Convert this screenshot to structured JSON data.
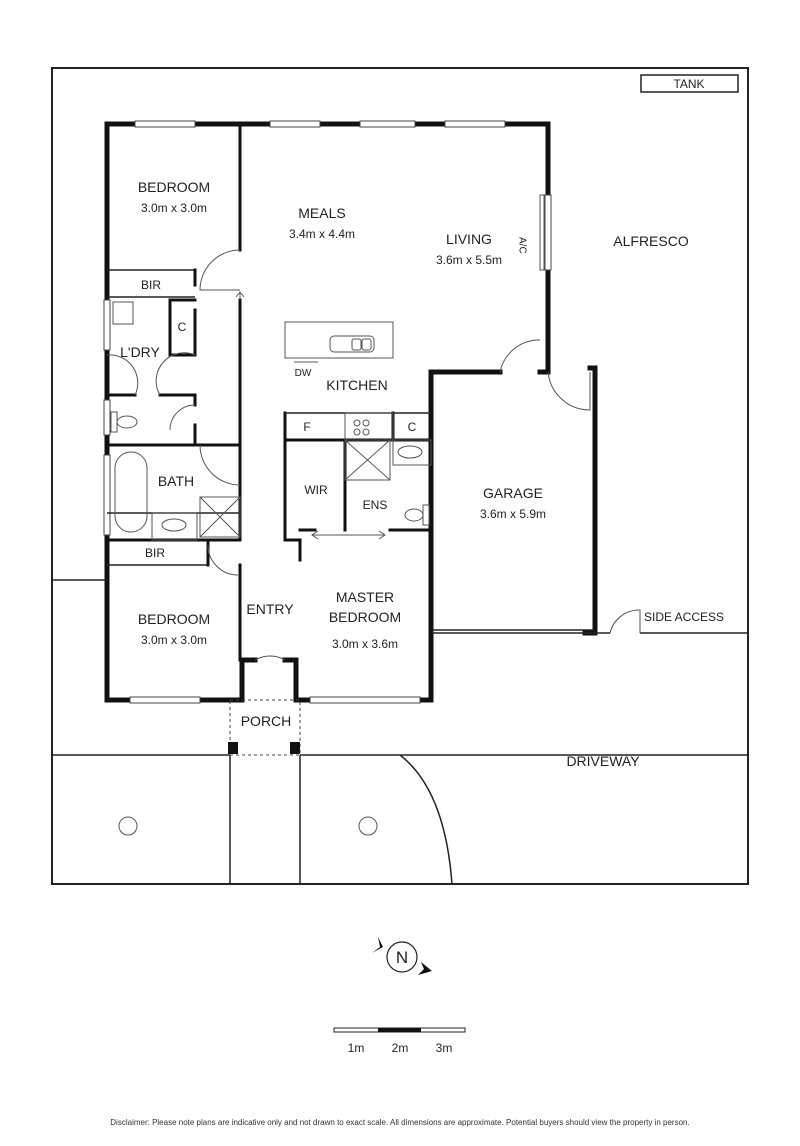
{
  "labels": {
    "tank": "TANK",
    "bedroom1": {
      "name": "BEDROOM",
      "size": "3.0m x 3.0m"
    },
    "meals": {
      "name": "MEALS",
      "size": "3.4m x 4.4m"
    },
    "living": {
      "name": "LIVING",
      "size": "3.6m x 5.5m"
    },
    "ac": "A/C",
    "alfresco": "ALFRESCO",
    "bir1": "BIR",
    "cupboard1": "C",
    "laundry": "L'DRY",
    "bath": "BATH",
    "bir2": "BIR",
    "bedroom2": {
      "name": "BEDROOM",
      "size": "3.0m x 3.0m"
    },
    "entry": "ENTRY",
    "master": {
      "name1": "MASTER",
      "name2": "BEDROOM",
      "size": "3.0m x 3.6m"
    },
    "dw": "DW",
    "kitchen": "KITCHEN",
    "fridge": "F",
    "cupboard2": "C",
    "wir": "WIR",
    "ens": "ENS",
    "garage": {
      "name": "GARAGE",
      "size": "3.6m x 5.9m"
    },
    "side_access": "SIDE ACCESS",
    "porch": "PORCH",
    "driveway": "DRIVEWAY"
  },
  "compass": {
    "letter": "N"
  },
  "scale": {
    "ticks": [
      "1m",
      "2m",
      "3m"
    ]
  },
  "disclaimer": "Disclaimer: Please note plans are indicative only and not drawn to exact scale. All dimensions are approximate. Potential buyers should view the property in person."
}
